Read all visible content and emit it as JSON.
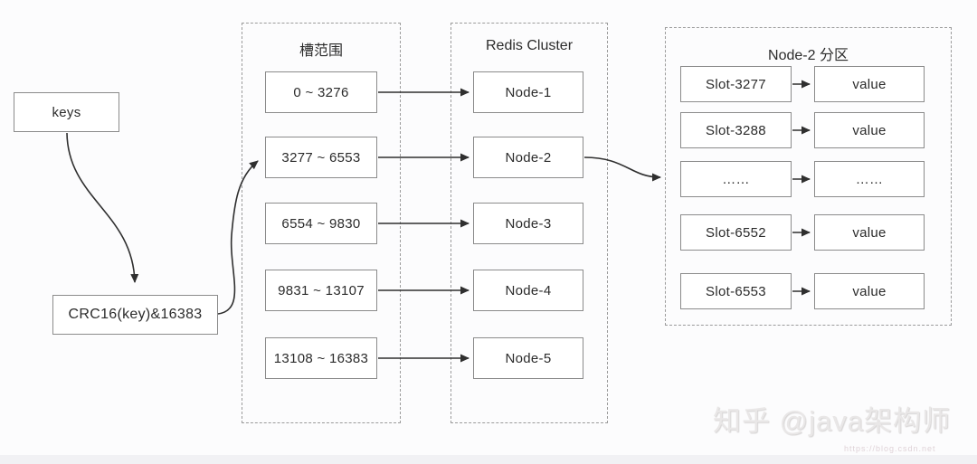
{
  "diagram": {
    "keys_label": "keys",
    "hash_label": "CRC16(key)&16383"
  },
  "slot_column": {
    "title": "槽范围",
    "slots": [
      "0 ~ 3276",
      "3277 ~ 6553",
      "6554 ~ 9830",
      "9831 ~ 13107",
      "13108 ~ 16383"
    ]
  },
  "cluster_column": {
    "title": "Redis Cluster",
    "nodes": [
      "Node-1",
      "Node-2",
      "Node-3",
      "Node-4",
      "Node-5"
    ]
  },
  "partition_panel": {
    "title": "Node-2 分区",
    "slots": [
      "Slot-3277",
      "Slot-3288",
      "……",
      "Slot-6552",
      "Slot-6553"
    ],
    "values": [
      "value",
      "value",
      "……",
      "value",
      "value"
    ]
  },
  "watermark": {
    "brand": "知乎 @java架构师",
    "url": "https://blog.csdn.net"
  },
  "colors": {
    "background": "#fcfcfd",
    "box_border": "#8b8b8b",
    "dashed_border": "#9b9b9b",
    "arrow": "#2f2f2f",
    "watermark": "#e9e7e7"
  }
}
